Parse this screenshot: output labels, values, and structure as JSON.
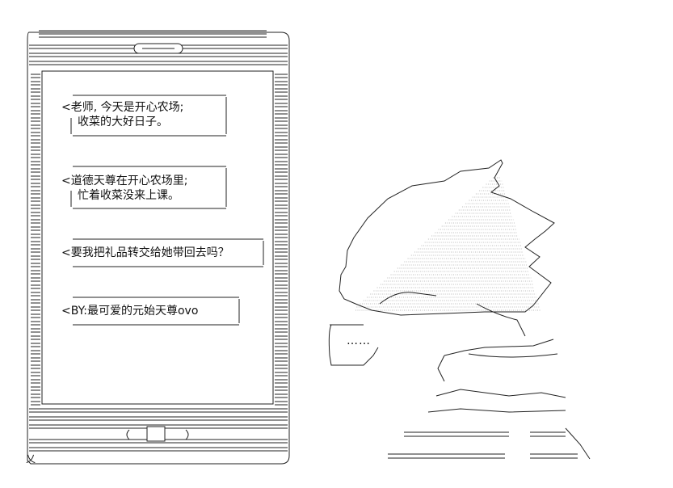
{
  "messages": [
    {
      "line1": "老师, 今天是开心农场;",
      "line2": "收菜的大好日子。"
    },
    {
      "line1": "道德天尊在开心农场里;",
      "line2": "忙着收菜没来上课。"
    },
    {
      "line1": "要我把礼品转交给她带回去吗？",
      "line2": ""
    },
    {
      "line1": "BY:最可爱的元始天尊ovo",
      "line2": ""
    }
  ],
  "speech_ellipsis": "……",
  "colors": {
    "ink": "#111111",
    "background": "#ffffff",
    "hatch": "#777777"
  },
  "icons": [
    "phone-frame-icon",
    "home-button-icon",
    "speaker-slot-icon",
    "girl-ascii-art-icon"
  ]
}
